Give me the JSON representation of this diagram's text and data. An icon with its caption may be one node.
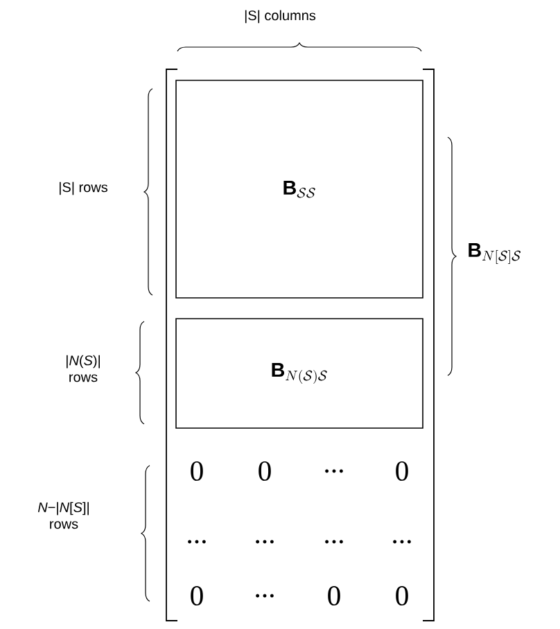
{
  "diagram": {
    "nodes": [
      {
        "text": [
          "\\mathbf{B}_{\\mathcal{SS}}"
        ]
      },
      {
        "text": [
          "\\mathbf{B}_{N(\\mathcal{S})\\mathcal{S}}"
        ]
      }
    ],
    "edges": [],
    "labels": [
      "|S| columns",
      "|S| rows",
      "\\mathbf{B}_{N[\\mathcal{S}]\\mathcal{S}}",
      "|*N*(*S*)| rows",
      "*N*−|*N*[*S*]| rows",
      "0",
      "0",
      "...",
      "0",
      "...",
      "...",
      "...",
      "...",
      "0",
      "...",
      "0",
      "0"
    ]
  }
}
